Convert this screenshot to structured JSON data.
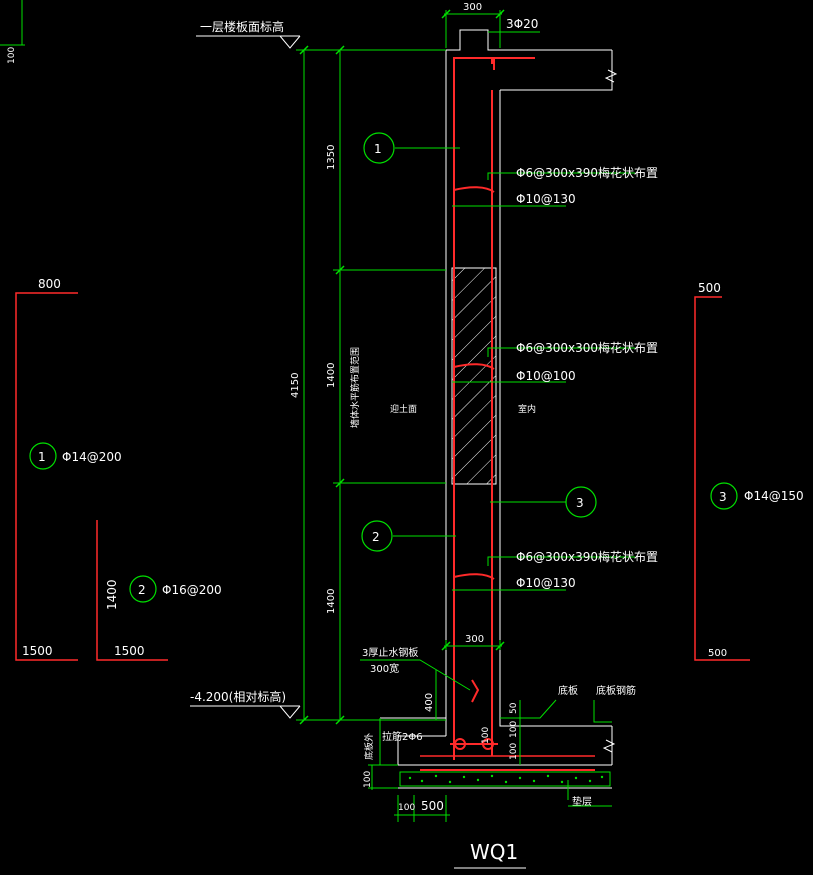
{
  "drawing": {
    "title": "WQ1",
    "colors": {
      "background": "#000000",
      "outline": "#ffffff",
      "rebar": "#ff2a2a",
      "dimension": "#00e000",
      "leader": "#00e000",
      "text": "#ffffff"
    }
  },
  "elevations": {
    "top": "一层楼板面标高",
    "bottom": "-4.200(相对标高)"
  },
  "dimensions": {
    "total_height": "4150",
    "seg_top": "1350",
    "seg_mid": "1400",
    "seg_bot": "1400",
    "wall_top_width": "300",
    "wall_bot_width": "300",
    "waterstop_height": "400",
    "slab_50": "50",
    "slab_100a": "100",
    "slab_100b": "100",
    "cushion_100": "100",
    "footing_100": "100",
    "footing_500": "500",
    "left_corner_100": "100"
  },
  "rebar_notes": {
    "top_bars": "3Φ20",
    "tie_top": "Φ6@300x390梅花状布置",
    "stirrup_top": "Φ10@130",
    "tie_mid": "Φ6@300x300梅花状布置",
    "stirrup_mid": "Φ10@100",
    "tie_bot": "Φ6@300x390梅花状布置",
    "stirrup_bot": "Φ10@130",
    "waterstop": "3厚止水钢板",
    "waterstop_width": "300宽",
    "tie_bar": "拉筋2Φ6",
    "footing_label": "底板外",
    "slab_label": "底板",
    "slab_rebar_label": "底板钢筋",
    "cushion_label": "垫层"
  },
  "wall_notes": {
    "vertical_text": "墙体水平筋布置范围",
    "soil_side": "迎土面",
    "inner_side": "室内"
  },
  "callouts": [
    {
      "id": "1",
      "spec": "Φ14@200"
    },
    {
      "id": "2",
      "spec": "Φ16@200"
    },
    {
      "id": "3",
      "spec": "Φ14@150"
    }
  ],
  "bar_details": {
    "bar1": {
      "top_len": "800",
      "bottom_len": "1500"
    },
    "bar2": {
      "side_len": "1400",
      "bottom_len": "1500"
    },
    "bar3": {
      "top_len": "500",
      "bottom_len": "500"
    }
  },
  "misc": {
    "corner_100": "100"
  }
}
